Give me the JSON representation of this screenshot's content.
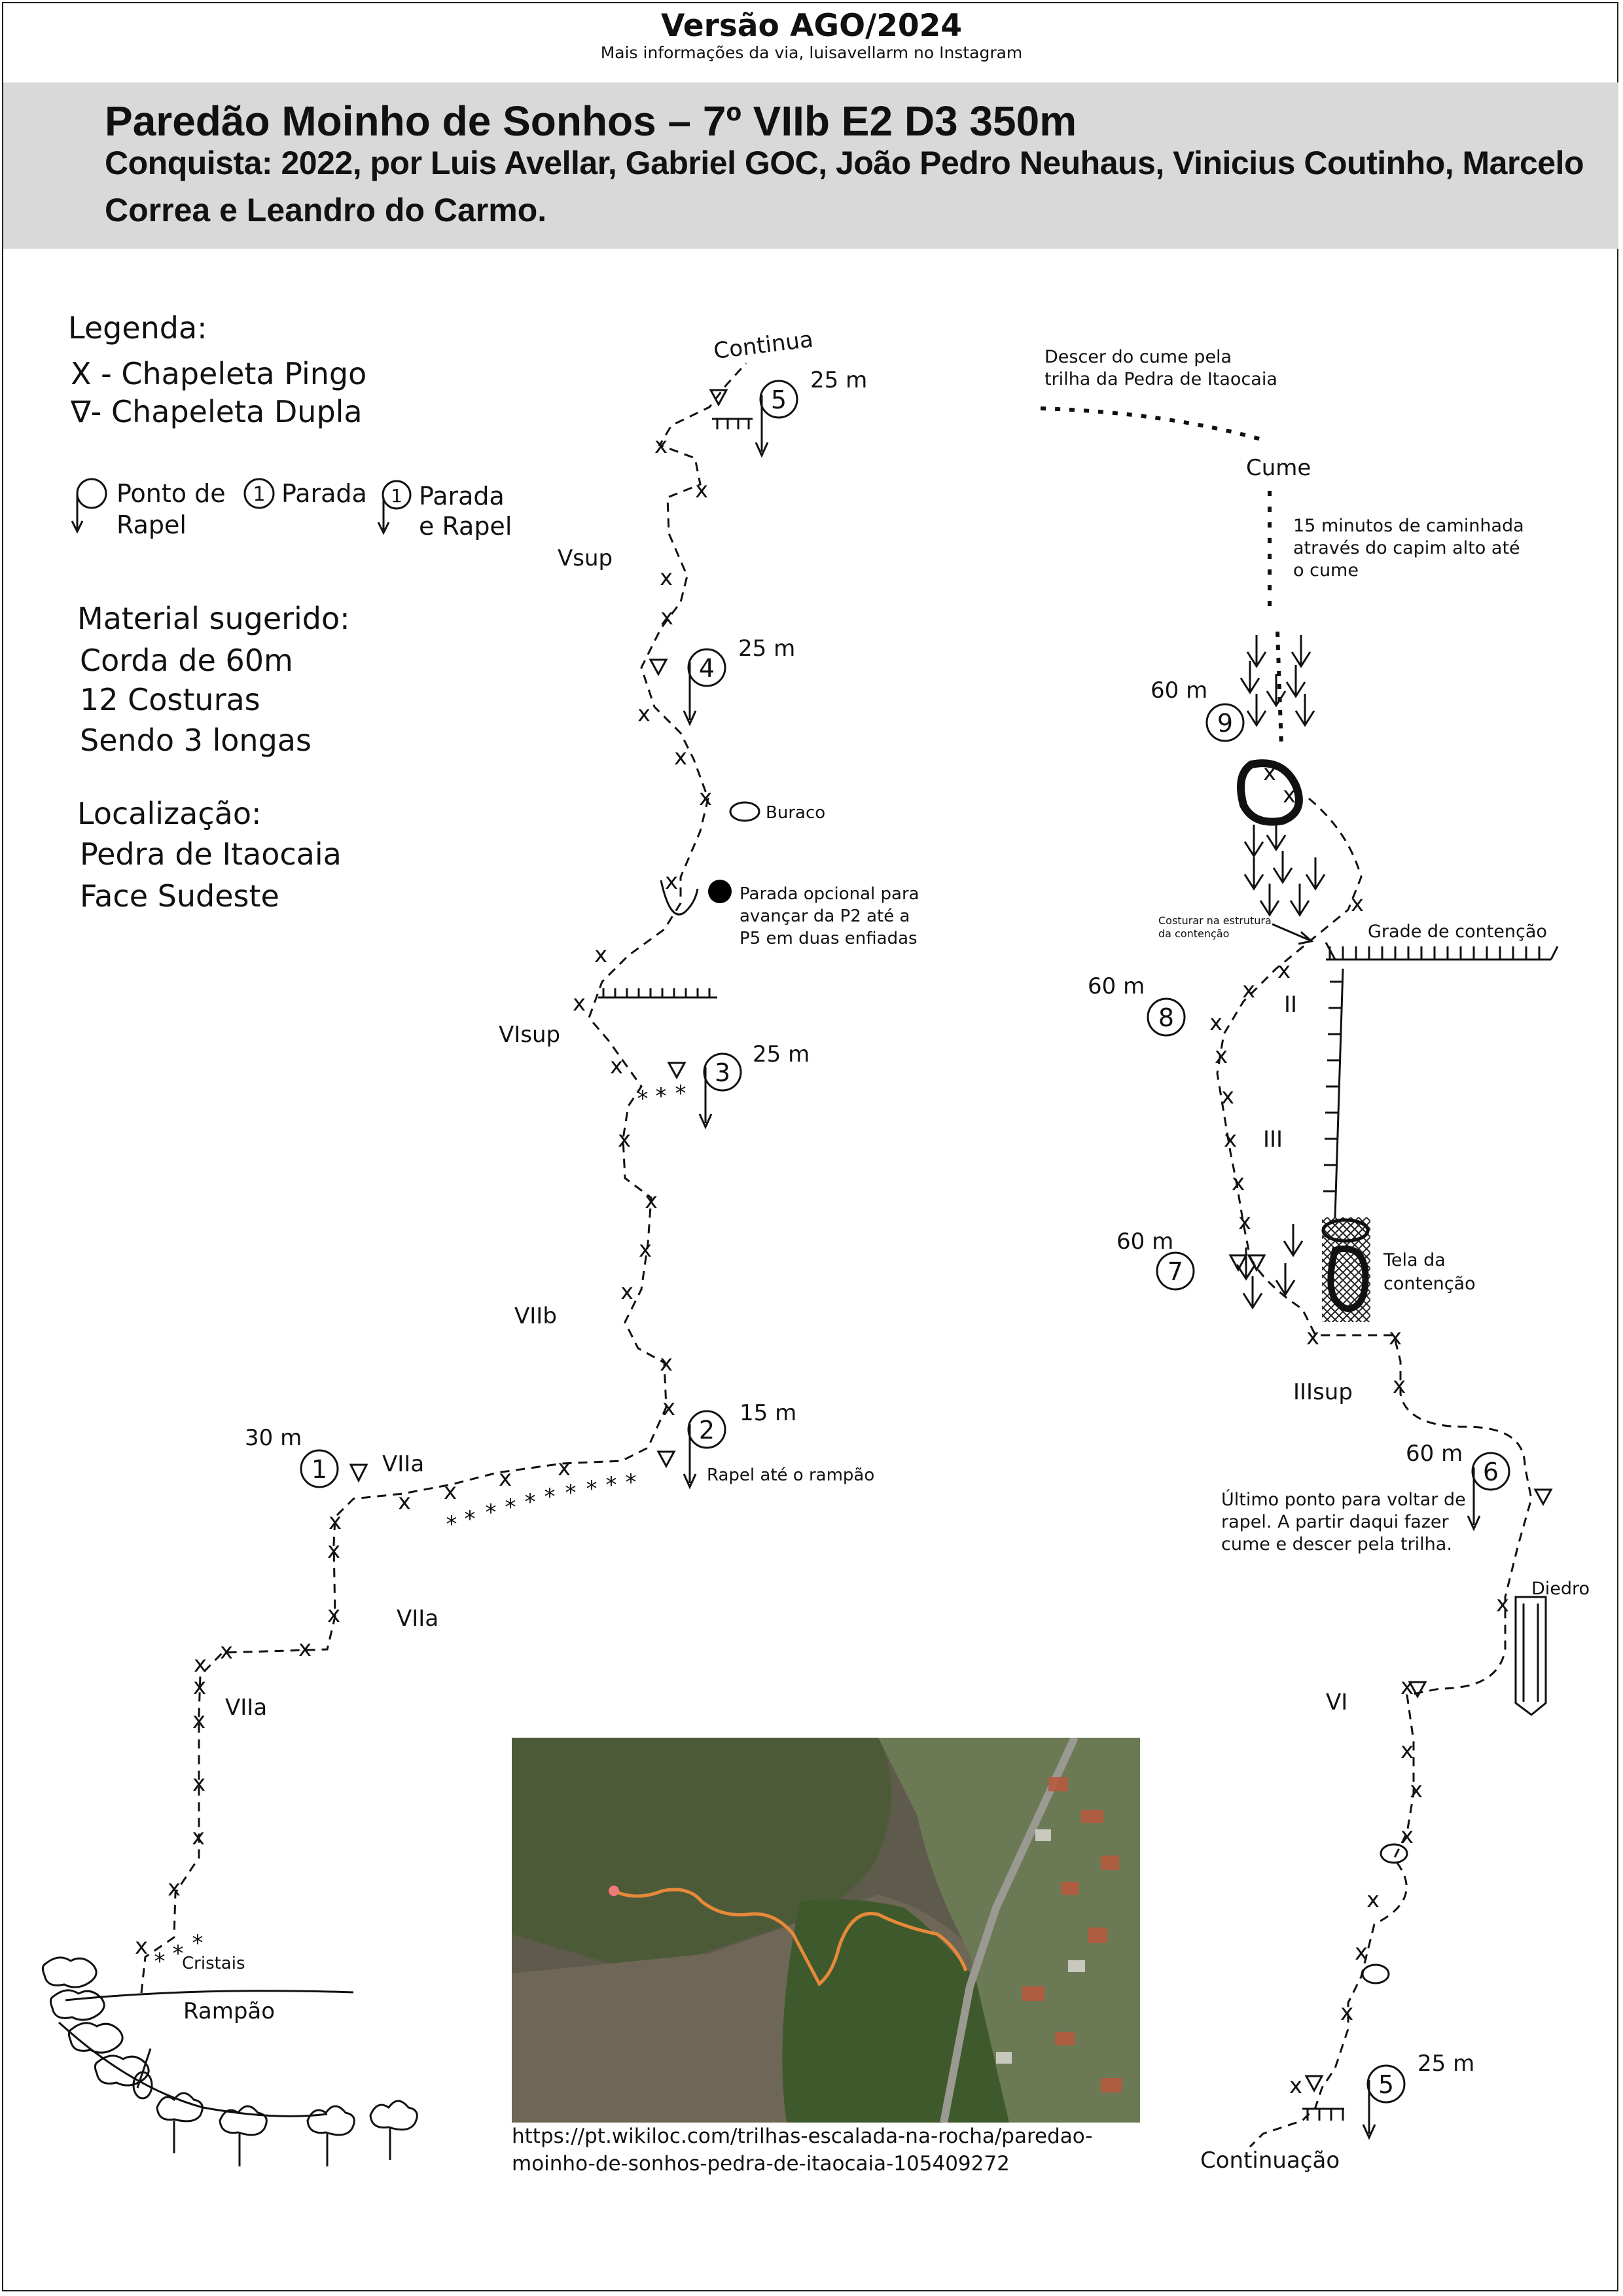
{
  "header": {
    "version": "Versão AGO/2024",
    "more_info": "Mais informações da via, luisavellarm no Instagram",
    "title": "Paredão Moinho de Sonhos – 7º VIIb E2 D3 350m",
    "conquista_line1": "Conquista: 2022, por Luis Avellar, Gabriel GOC, João Pedro Neuhaus, Vinicius Coutinho, Marcelo",
    "conquista_line2": "Correa e Leandro do Carmo."
  },
  "legend": {
    "title": "Legenda:",
    "pingo": "X - Chapeleta Pingo",
    "dupla": "∇- Chapeleta Dupla",
    "rapel_label1": "Ponto de",
    "rapel_label2": "Rapel",
    "parada_num": "1",
    "parada_label": "Parada",
    "parada_rapel_num": "1",
    "parada_rapel_label1": "Parada",
    "parada_rapel_label2": "e Rapel"
  },
  "material": {
    "title": "Material sugerido:",
    "items": [
      "Corda de 60m",
      "12 Costuras",
      "Sendo 3 longas"
    ]
  },
  "location": {
    "title": "Localização:",
    "lines": [
      "Pedra de Itaocaia",
      "Face Sudeste"
    ]
  },
  "topo": {
    "continua": "Continua",
    "p5_num": "5",
    "p5_len": "25 m",
    "p4_num": "4",
    "p4_len": "25 m",
    "p3_num": "3",
    "p3_len": "25 m",
    "p2_num": "2",
    "p2_len": "15 m",
    "p2_note": "Rapel até o rampão",
    "p1_num": "1",
    "p1_len": "30 m",
    "grade_vsup": "Vsup",
    "grade_visup": "VIsup",
    "grade_viib": "VIIb",
    "grade_viia_1": "VIIa",
    "grade_viia_2": "VIIa",
    "grade_viia_3": "VIIa",
    "buraco": "Buraco",
    "opcional_1": "Parada opcional para",
    "opcional_2": "avançar da P2 até a",
    "opcional_3": "P5 em duas enfiadas",
    "cristais": "Cristais",
    "rampao": "Rampão",
    "descer_1": "Descer do cume pela",
    "descer_2": "trilha da Pedra de Itaocaia",
    "cume": "Cume",
    "caminhada_1": "15 minutos de caminhada",
    "caminhada_2": "através do capim alto até",
    "caminhada_3": "o cume",
    "p9_num": "9",
    "p9_len": "60 m",
    "costurar_1": "Costurar na estrutura",
    "costurar_2": "da contenção",
    "grade_contencao": "Grade de contenção",
    "p8_num": "8",
    "p8_len": "60 m",
    "grade_ii": "II",
    "grade_iii": "III",
    "p7_num": "7",
    "p7_len": "60 m",
    "tela_1": "Tela  da",
    "tela_2": "contenção",
    "grade_iiisup": "IIIsup",
    "p6_num": "6",
    "p6_len": "60 m",
    "ultimo_1": "Último ponto para voltar de",
    "ultimo_2": "rapel. A partir daqui fazer",
    "ultimo_3": "cume e descer pela trilha.",
    "diedro": "Diedro",
    "grade_vi": "VI",
    "p5b_num": "5",
    "p5b_len": "25 m",
    "continuacao": "Continuação"
  },
  "map": {
    "url_line1": "https://pt.wikiloc.com/trilhas-escalada-na-rocha/paredao-",
    "url_line2": "moinho-de-sonhos-pedra-de-itaocaia-105409272",
    "colors": {
      "track": "#e8893a",
      "vegetation": "#3e5a2c",
      "rock": "#6e6656"
    }
  }
}
